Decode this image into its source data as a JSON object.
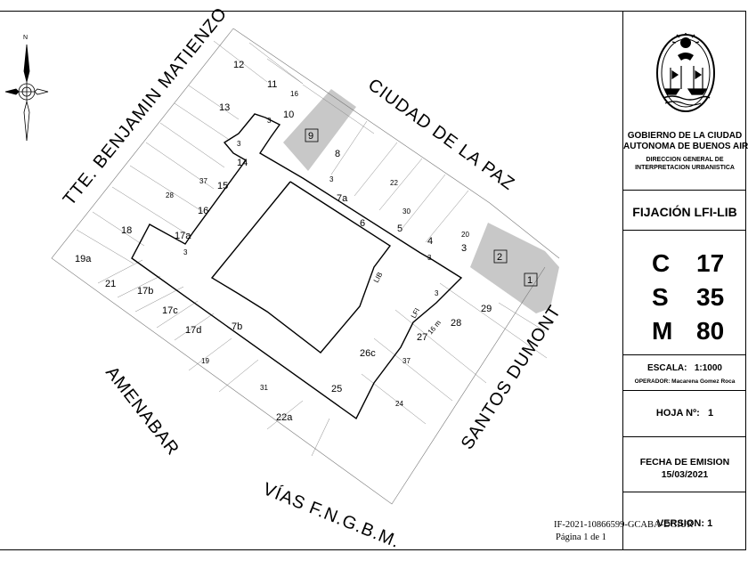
{
  "streets": {
    "matienzo": "TTE. BENJAMIN MATIENZO",
    "ciudad_paz": "CIUDAD DE LA PAZ",
    "amenabar": "AMENABAR",
    "santos_dumont": "SANTOS DUMONT",
    "vias": "VÍAS F.N.G.B.M."
  },
  "compass": {
    "north": "N"
  },
  "lots": [
    {
      "id": "12"
    },
    {
      "id": "11"
    },
    {
      "id": "13"
    },
    {
      "id": "10"
    },
    {
      "id": "9"
    },
    {
      "id": "8"
    },
    {
      "id": "14"
    },
    {
      "id": "15"
    },
    {
      "id": "16"
    },
    {
      "id": "7a"
    },
    {
      "id": "6"
    },
    {
      "id": "5"
    },
    {
      "id": "4"
    },
    {
      "id": "3"
    },
    {
      "id": "2"
    },
    {
      "id": "1"
    },
    {
      "id": "17a"
    },
    {
      "id": "18"
    },
    {
      "id": "19a"
    },
    {
      "id": "21"
    },
    {
      "id": "17b"
    },
    {
      "id": "17c"
    },
    {
      "id": "17d"
    },
    {
      "id": "7b"
    },
    {
      "id": "29"
    },
    {
      "id": "28"
    },
    {
      "id": "27"
    },
    {
      "id": "26c"
    },
    {
      "id": "25"
    },
    {
      "id": "22a"
    }
  ],
  "dimensions": [
    "16",
    "3",
    "3",
    "37",
    "28",
    "3",
    "22",
    "30",
    "20",
    "3",
    "3",
    "16 m",
    "37",
    "19",
    "31",
    "24"
  ],
  "line_labels": {
    "lib": "LIB",
    "lfi": "LFI"
  },
  "panel": {
    "org_line1": "GOBIERNO DE LA CIUDAD",
    "org_line2": "AUTONOMA DE BUENOS AIRES",
    "org_line3": "DIRECCION GENERAL DE",
    "org_line4": "INTERPRETACION URBANISTICA",
    "title": "FIJACIÓN LFI-LIB",
    "c_label": "C",
    "c_value": "17",
    "s_label": "S",
    "s_value": "35",
    "m_label": "M",
    "m_value": "80",
    "scale_label": "ESCALA:",
    "scale_value": "1:1000",
    "operator": "OPERADOR: Macarena Gomez Roca",
    "sheet_label": "HOJA Nº:",
    "sheet_value": "1",
    "date_label": "FECHA DE EMISION",
    "date_value": "15/03/2021",
    "version_label": "VERSION:",
    "version_value": "1"
  },
  "document_id": "IF-2021-10866599-GCABA-DGIUR",
  "page_label": "Página 1 de 1",
  "colors": {
    "shaded_lot": "#c8c8c8",
    "line": "#000000",
    "thin_line": "#666666"
  }
}
